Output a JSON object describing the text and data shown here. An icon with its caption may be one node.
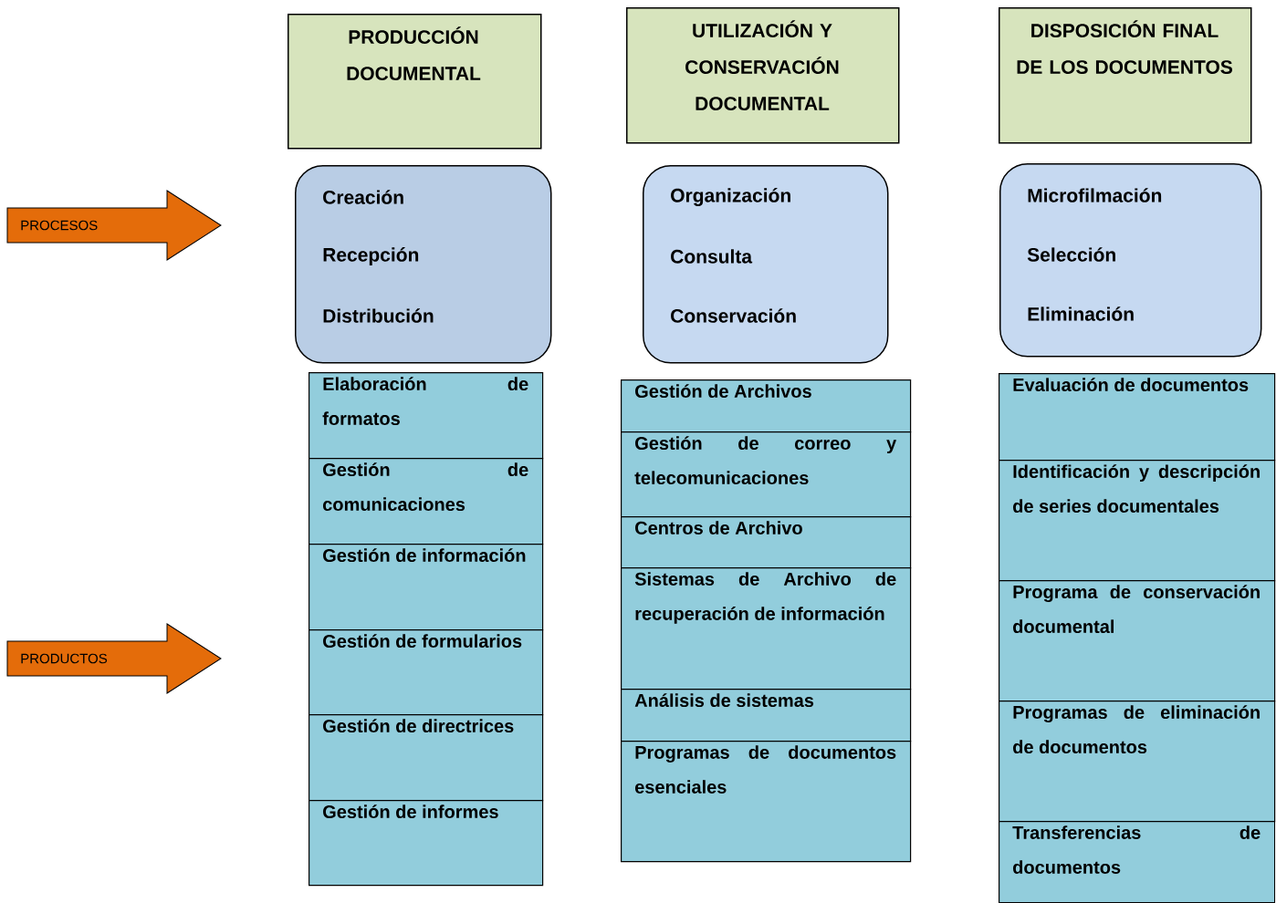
{
  "diagram": {
    "nodes": [
      {
        "text": [
          "PRODUCCIÓN DOCUMENTAL"
        ]
      },
      {
        "text": [
          "UTILIZACIÓN Y CONSERVACIÓN DOCUMENTAL"
        ]
      },
      {
        "text": [
          "DISPOSICIÓN FINAL DE LOS DOCUMENTOS"
        ]
      },
      {
        "text": [
          "PROCESOS"
        ]
      },
      {
        "text": [
          "Creación",
          "Recepción",
          "Distribución"
        ]
      },
      {
        "text": [
          "Organización",
          "Consulta",
          "Conservación"
        ]
      },
      {
        "text": [
          "Microfilmación",
          "Selección",
          "Eliminación"
        ]
      },
      {
        "text": [
          "Elaboración de formatos"
        ]
      },
      {
        "text": [
          "Gestión de comunicaciones"
        ]
      },
      {
        "text": [
          "Gestión de información"
        ]
      },
      {
        "text": [
          "Gestión de formularios"
        ]
      },
      {
        "text": [
          "Gestión de directrices"
        ]
      },
      {
        "text": [
          "Gestión de informes"
        ]
      },
      {
        "text": [
          "Gestión de Archivos"
        ]
      },
      {
        "text": [
          "Gestión de correo y telecomunicaciones"
        ]
      },
      {
        "text": [
          "Centros de Archivo"
        ]
      },
      {
        "text": [
          "Sistemas de Archivo de recuperación de información"
        ]
      },
      {
        "text": [
          "Análisis de sistemas"
        ]
      },
      {
        "text": [
          "Programas de documentos esenciales"
        ]
      },
      {
        "text": [
          "Evaluación de documentos"
        ]
      },
      {
        "text": [
          "Identificación y descripción de series documentales"
        ]
      },
      {
        "text": [
          "Programa de conservación documental"
        ]
      },
      {
        "text": [
          "Programas de eliminación de documentos"
        ]
      },
      {
        "text": [
          "Transferencias de documentos"
        ]
      },
      {
        "text": [
          "PRODUCTOS"
        ]
      }
    ],
    "edges": []
  }
}
